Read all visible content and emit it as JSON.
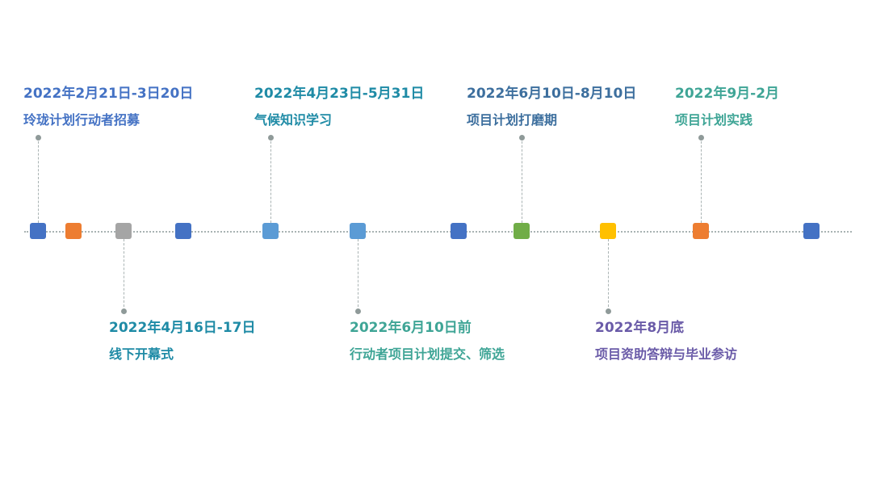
{
  "markers": [
    {
      "color": "#4472C4"
    },
    {
      "color": "#ED7D31"
    },
    {
      "color": "#A5A5A5"
    },
    {
      "color": "#4472C4"
    },
    {
      "color": "#5B9BD5"
    },
    {
      "color": "#5B9BD5"
    },
    {
      "color": "#4472C4"
    },
    {
      "color": "#70AD47"
    },
    {
      "color": "#FFC000"
    },
    {
      "color": "#ED7D31"
    },
    {
      "color": "#4472C4"
    }
  ],
  "events": [
    {
      "date": "2022年2月21日-3日20日",
      "label": "玲珑计划行动者招募",
      "color": "#4472C4",
      "side": "above",
      "marker_index": 0
    },
    {
      "date": "2022年4月16日-17日",
      "label": "线下开幕式",
      "color": "#1F8BA6",
      "side": "below",
      "marker_index": 2
    },
    {
      "date": "2022年4月23日-5月31日",
      "label": "气候知识学习",
      "color": "#1F8BA6",
      "side": "above",
      "marker_index": 4
    },
    {
      "date": "2022年6月10日前",
      "label": "行动者项目计划提交、筛选",
      "color": "#3FA596",
      "side": "below",
      "marker_index": 5
    },
    {
      "date": "2022年6月10日-8月10日",
      "label": "项目计划打磨期",
      "color": "#3D6F9E",
      "side": "above",
      "marker_index": 7
    },
    {
      "date": "2022年8月底",
      "label": "项目资助答辩与毕业参访",
      "color": "#6A5BA8",
      "side": "below",
      "marker_index": 8
    },
    {
      "date": "2022年9月-2月",
      "label": "项目计划实践",
      "color": "#3FA596",
      "side": "above",
      "marker_index": 9
    }
  ]
}
